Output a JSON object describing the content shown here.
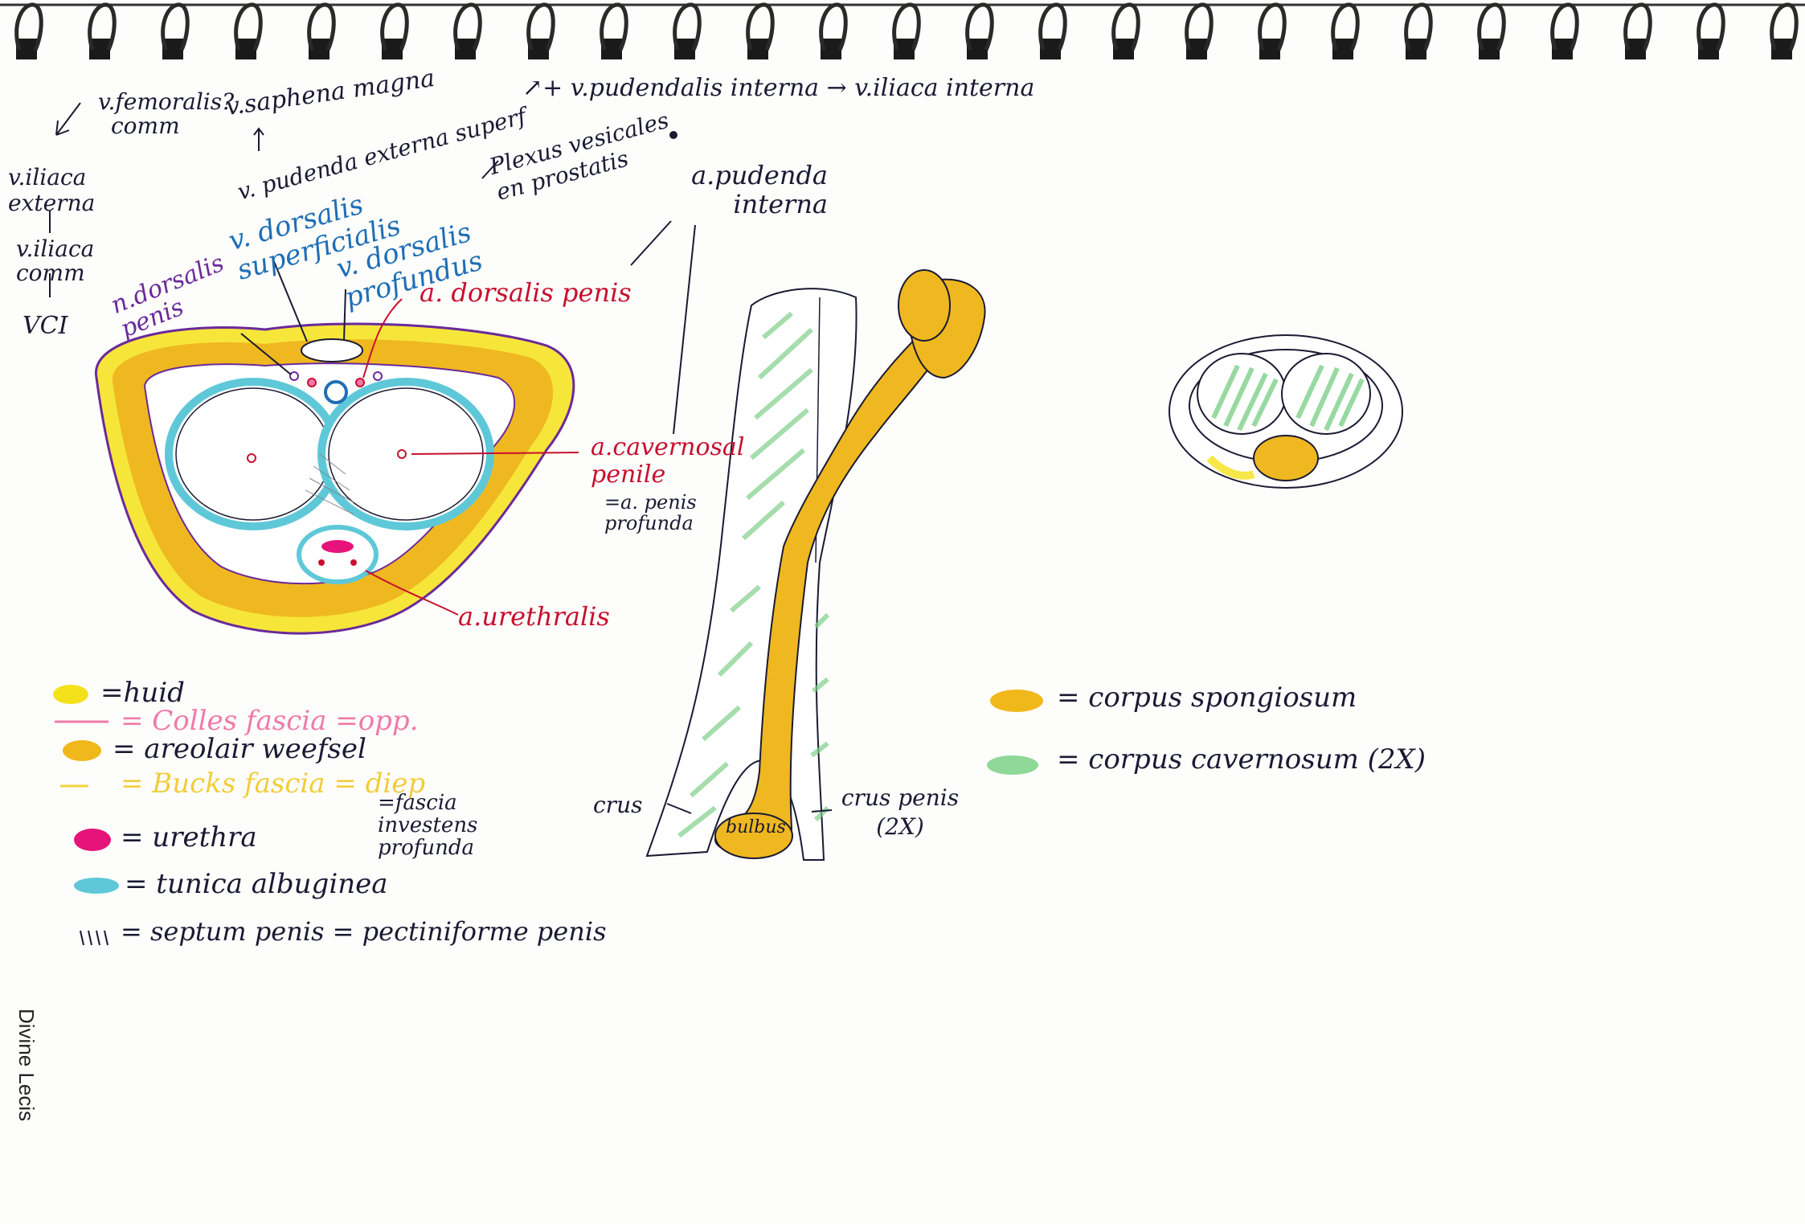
{
  "top_labels": {
    "v_femoralis": "v.femoralis?",
    "comm": "comm",
    "v_saphena_magna": "v.saphena magna",
    "v_pudendalis_interna": "↗+ v.pudendalis interna → v.iliaca interna",
    "v_pudenda_externa": "v. pudenda externa superf",
    "plexus": "Plexus vesicales en prostatis",
    "v_iliaca_externa": "v.iliaca externa",
    "v_iliaca_comm": "v.iliaca comm",
    "vci": "VCI",
    "v_dorsalis_superficialis": "v. dorsalis superficialis",
    "v_dorsalis_profundus": "v. dorsalis profundus",
    "n_dorsalis_penis": "n.dorsalis penis",
    "a_dorsalis_penis": "a. dorsalis penis",
    "a_pudenda_interna": "a.pudenda interna",
    "a_cavernosal": "a.cavernosal penile",
    "a_penis_profunda": "=a. penis profunda",
    "a_urethralis": "a.urethralis",
    "crus": "crus",
    "bulbus": "bulbus",
    "crus_penis": "crus penis (2X)",
    "fascia_investens": "=fascia investens profunda"
  },
  "legend_left": [
    {
      "key": "huid",
      "text": "=huid",
      "color": "#f5e11a",
      "shape": "blob"
    },
    {
      "key": "colles",
      "text": "= Colles fascia =opp.",
      "color": "#f07aa8",
      "shape": "line"
    },
    {
      "key": "areolair",
      "text": "= areolair weefsel",
      "color": "#f0b81a",
      "shape": "blob"
    },
    {
      "key": "bucks",
      "text": "= Bucks fascia = diep",
      "color": "#f3d23c",
      "shape": "line"
    },
    {
      "key": "urethra",
      "text": "= urethra",
      "color": "#e6147a",
      "shape": "blob"
    },
    {
      "key": "tunica",
      "text": "= tunica albuginea",
      "color": "#5ec8d8",
      "shape": "blob"
    },
    {
      "key": "septum",
      "text": "= septum penis = pectiniforme penis",
      "color": "#1a1a33",
      "shape": "hatch"
    }
  ],
  "legend_right": [
    {
      "key": "spongiosum",
      "text": "= corpus spongiosum",
      "color": "#f0b81a"
    },
    {
      "key": "cavernosum",
      "text": "= corpus cavernosum (2X)",
      "color": "#7fd08a"
    }
  ],
  "credit": "Divine Lecis",
  "colors": {
    "skin": "#f5e11a",
    "areolar": "#f0b81a",
    "tunica": "#5ec8d8",
    "red": "#c8102e",
    "blue": "#1f6fb5",
    "green": "#7fd08a",
    "ink": "#1a1a33",
    "urethra": "#e6147a"
  }
}
